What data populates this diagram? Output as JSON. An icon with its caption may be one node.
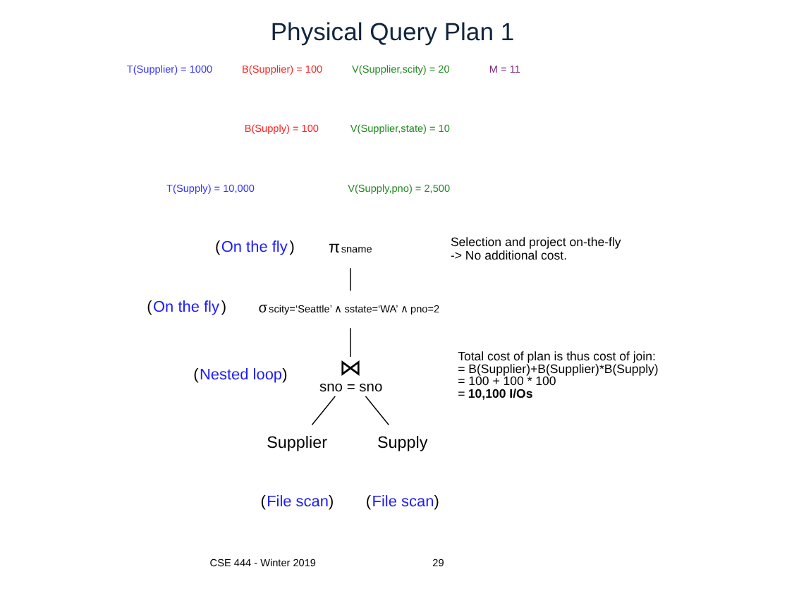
{
  "diagram": {
    "title": "Physical Query Plan 1",
    "nodes": [
      {
        "text": [
          "π$_{sname}$"
        ],
        "beside": [
          "(On the fly)"
        ]
      },
      {
        "text": [
          "σ$_{scity=‘Seattle’ ∧ sstate=‘WA’ ∧ pno=2}$"
        ],
        "beside": [
          "(On the fly)"
        ]
      },
      {
        "text": [
          "⋈",
          "sno = sno"
        ],
        "beside": [
          "(Nested loop)"
        ]
      },
      {
        "text": [
          "Supplier"
        ],
        "beside": [
          "(File scan)"
        ]
      },
      {
        "text": [
          "Supply"
        ],
        "beside": [
          "(File scan)"
        ]
      }
    ],
    "edges": [
      {
        "from": 0,
        "to": 1,
        "arrow": "none"
      },
      {
        "from": 1,
        "to": 2,
        "arrow": "none"
      },
      {
        "from": 2,
        "to": 3,
        "arrow": "none"
      },
      {
        "from": 2,
        "to": 4,
        "arrow": "none"
      }
    ],
    "labels": [
      "T(Supplier) = 1000",
      "T(Supply) = 10,000",
      "B(Supplier) = 100",
      "B(Supply) = 100",
      "V(Supplier,scity) = 20",
      "V(Supplier,state) = 10",
      "V(Supply,pno) = 2,500",
      "M = 11",
      "Selection and project on-the-fly -> No additional cost.",
      "Total cost of plan is thus cost of join: = B(Supplier)+B(Supplier)*B(Supply) = 100 + 100 * 100 = **10,100 I/Os**",
      "CSE 444 - Winter 2019",
      "29"
    ]
  }
}
